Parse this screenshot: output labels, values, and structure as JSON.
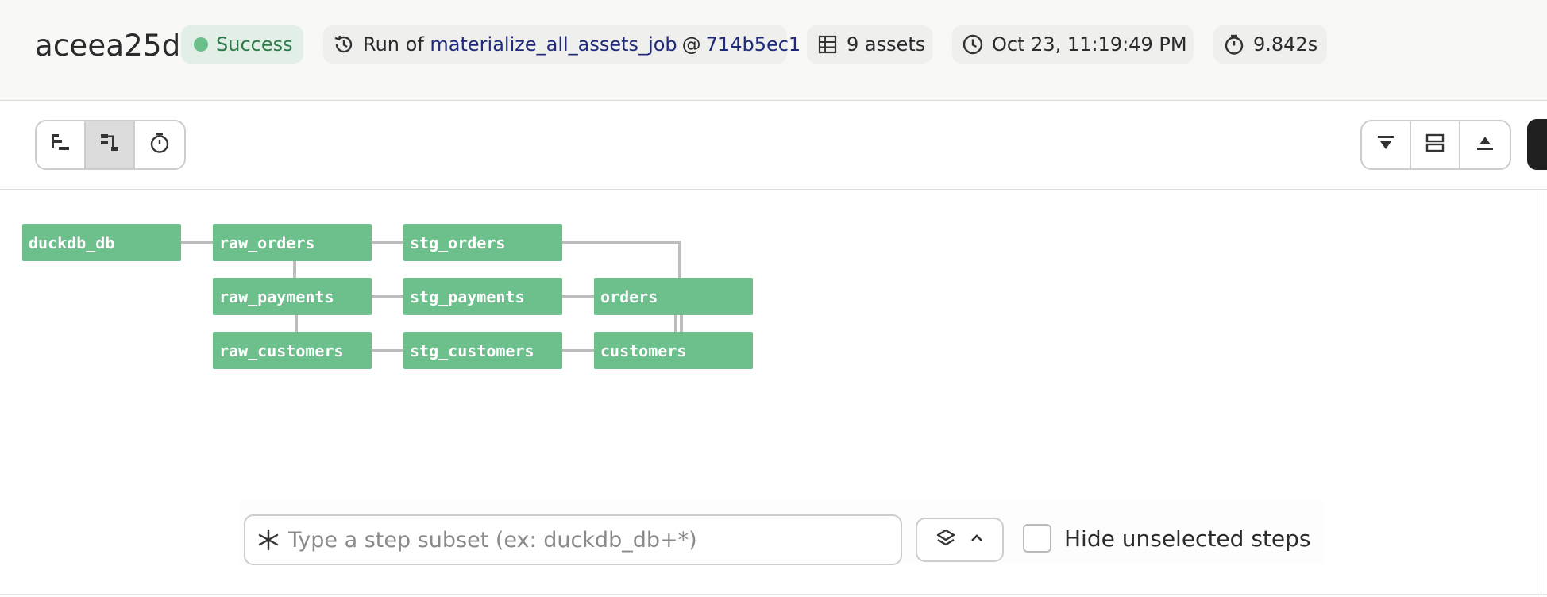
{
  "header": {
    "run_id": "aceea25d",
    "status": "Success",
    "run_prefix": "Run of",
    "job_name": "materialize_all_assets_job",
    "at_sign": "@",
    "snapshot": "714b5ec1",
    "assets": "9 assets",
    "timestamp": "Oct 23, 11:19:49 PM",
    "duration": "9.842s"
  },
  "colors": {
    "node_fill": "#6dbf8c",
    "status_dot": "#6bbf8b",
    "link": "#1f2a7a",
    "edge": "#bdbdbd"
  },
  "toolbar": {
    "left_buttons": [
      "gantt-icon",
      "graph-icon",
      "timer-icon"
    ],
    "active_left": "graph-icon",
    "right_buttons": [
      "expand-down-icon",
      "rows-icon",
      "collapse-up-icon"
    ]
  },
  "graph": {
    "nodes": [
      "duckdb_db",
      "raw_orders",
      "raw_payments",
      "raw_customers",
      "stg_orders",
      "stg_payments",
      "stg_customers",
      "orders",
      "customers"
    ]
  },
  "subset": {
    "placeholder": "Type a step subset (ex: duckdb_db+*)",
    "value": "",
    "hide_label": "Hide unselected steps",
    "hide_checked": false
  }
}
